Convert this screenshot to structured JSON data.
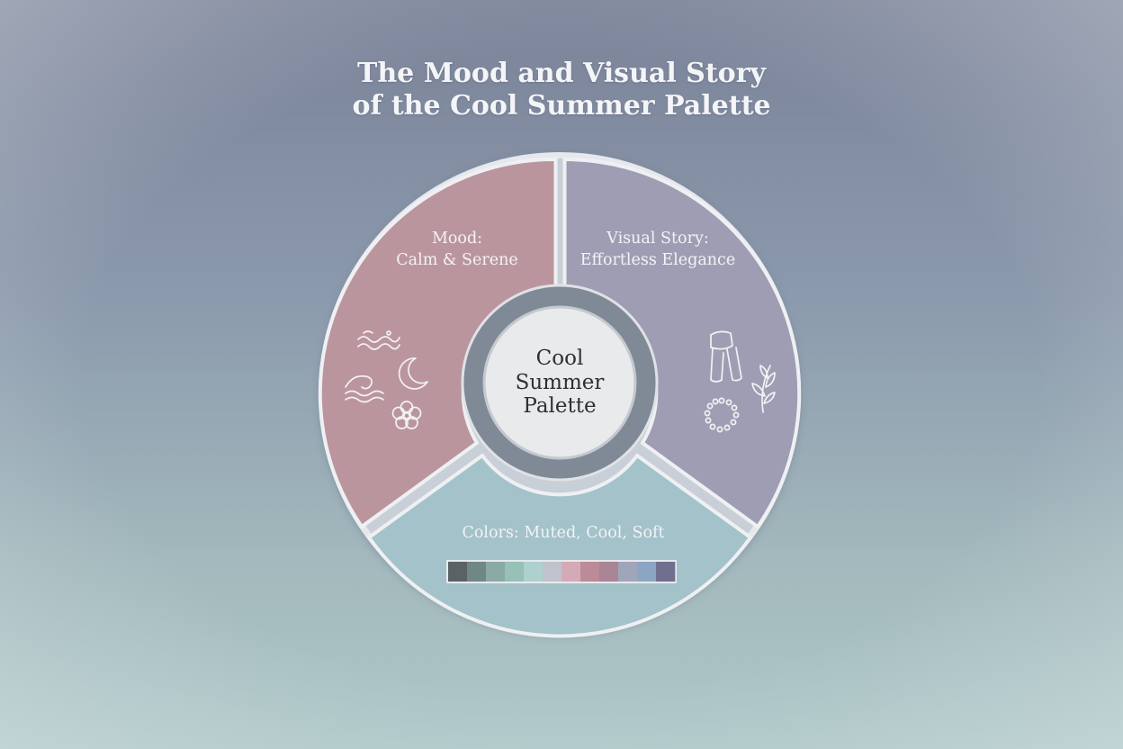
{
  "title": {
    "line1": "The Mood and Visual Story",
    "line2": "of the Cool Summer Palette"
  },
  "center": {
    "line1": "Cool",
    "line2": "Summer",
    "line3": "Palette"
  },
  "segments": {
    "mood": {
      "line1": "Mood:",
      "line2": "Calm & Serene",
      "color": "#bb959d",
      "icons": [
        "waves-icon",
        "ocean-wave-icon",
        "crescent-moon-icon",
        "flower-icon"
      ]
    },
    "visual_story": {
      "line1": "Visual Story:",
      "line2": "Effortless Elegance",
      "color": "#9f9db3",
      "icons": [
        "scarf-icon",
        "pearl-necklace-icon",
        "leaf-sprig-icon"
      ]
    },
    "colors": {
      "line1": "Colors: Muted, Cool, Soft",
      "color": "#a3c2c9"
    }
  },
  "swatches": [
    "#5b6266",
    "#6f8785",
    "#8aaba5",
    "#97c0b6",
    "#aed0cf",
    "#bfc3cd",
    "#d4aab6",
    "#bb8b97",
    "#a98596",
    "#a0a6ba",
    "#8aa6c2",
    "#6f6f90"
  ]
}
